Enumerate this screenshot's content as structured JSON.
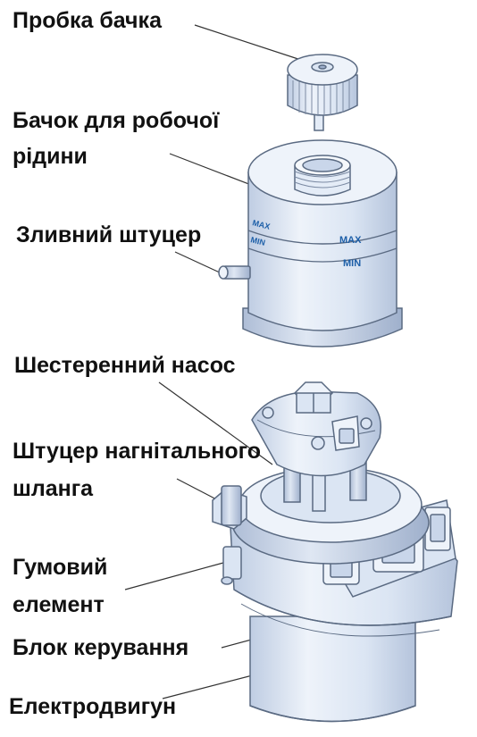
{
  "labels": {
    "cap": "Пробка бачка",
    "reservoir_line1": "Бачок для робочої",
    "reservoir_line2": "рідини",
    "drain_fitting": "Зливний штуцер",
    "gear_pump": "Шестеренний насос",
    "pressure_fitting_line1": "Штуцер нагнітального",
    "pressure_fitting_line2": "шланга",
    "rubber_element_line1": "Гумовий",
    "rubber_element_line2": "елемент",
    "control_unit": "Блок керування",
    "electric_motor": "Електродвигун"
  },
  "tank_marks": {
    "max": "MAX",
    "min": "MIN"
  },
  "colors": {
    "label_text": "#111111",
    "leader_line": "#333333",
    "outline": "#5a6a82",
    "body_fill": "#e4ecf7",
    "body_shade": "#c9d6ea",
    "mark_text": "#1d5fa8"
  }
}
